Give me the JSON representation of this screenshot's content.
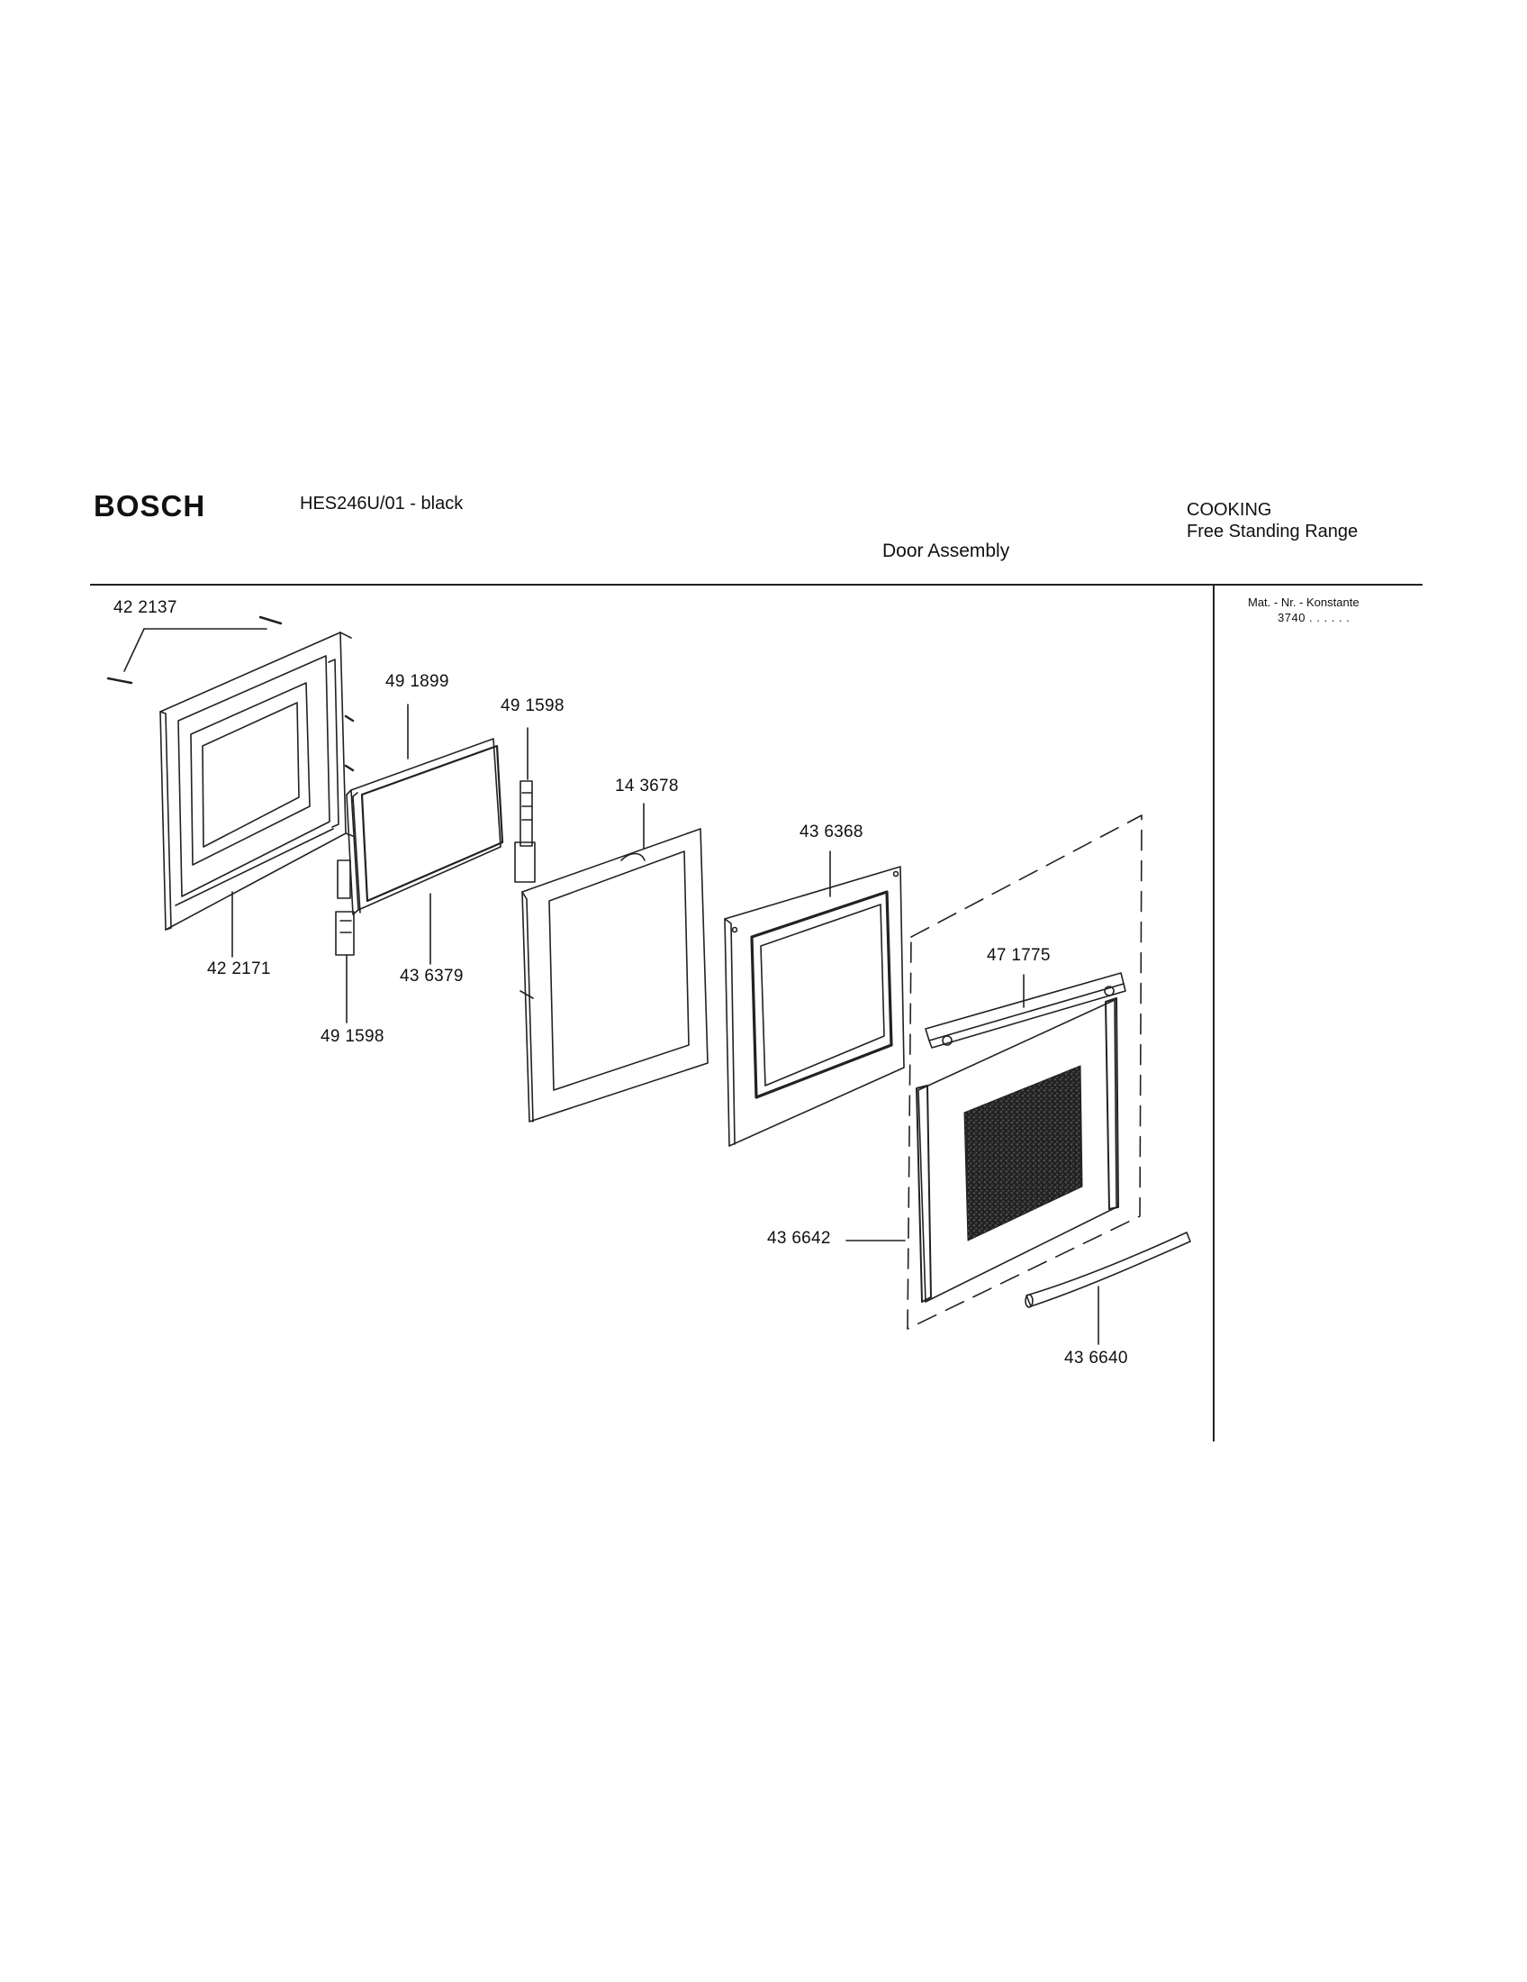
{
  "header": {
    "brand": "BOSCH",
    "model": "HES246U/01 - black",
    "category_line1": "COOKING",
    "category_line2": "Free Standing Range",
    "section_title": "Door Assembly"
  },
  "side_panel": {
    "mat_label": "Mat. - Nr. - Konstante",
    "mat_value": "3740 . . . . . ."
  },
  "parts": [
    {
      "id": "p1",
      "number": "42 2137"
    },
    {
      "id": "p2",
      "number": "49 1899"
    },
    {
      "id": "p3",
      "number": "49 1598"
    },
    {
      "id": "p4",
      "number": "14 3678"
    },
    {
      "id": "p5",
      "number": "43 6368"
    },
    {
      "id": "p6",
      "number": "47 1775"
    },
    {
      "id": "p7",
      "number": "42 2171"
    },
    {
      "id": "p8",
      "number": "43 6379"
    },
    {
      "id": "p9",
      "number": "49 1598"
    },
    {
      "id": "p10",
      "number": "43 6642"
    },
    {
      "id": "p11",
      "number": "43 6640"
    }
  ]
}
